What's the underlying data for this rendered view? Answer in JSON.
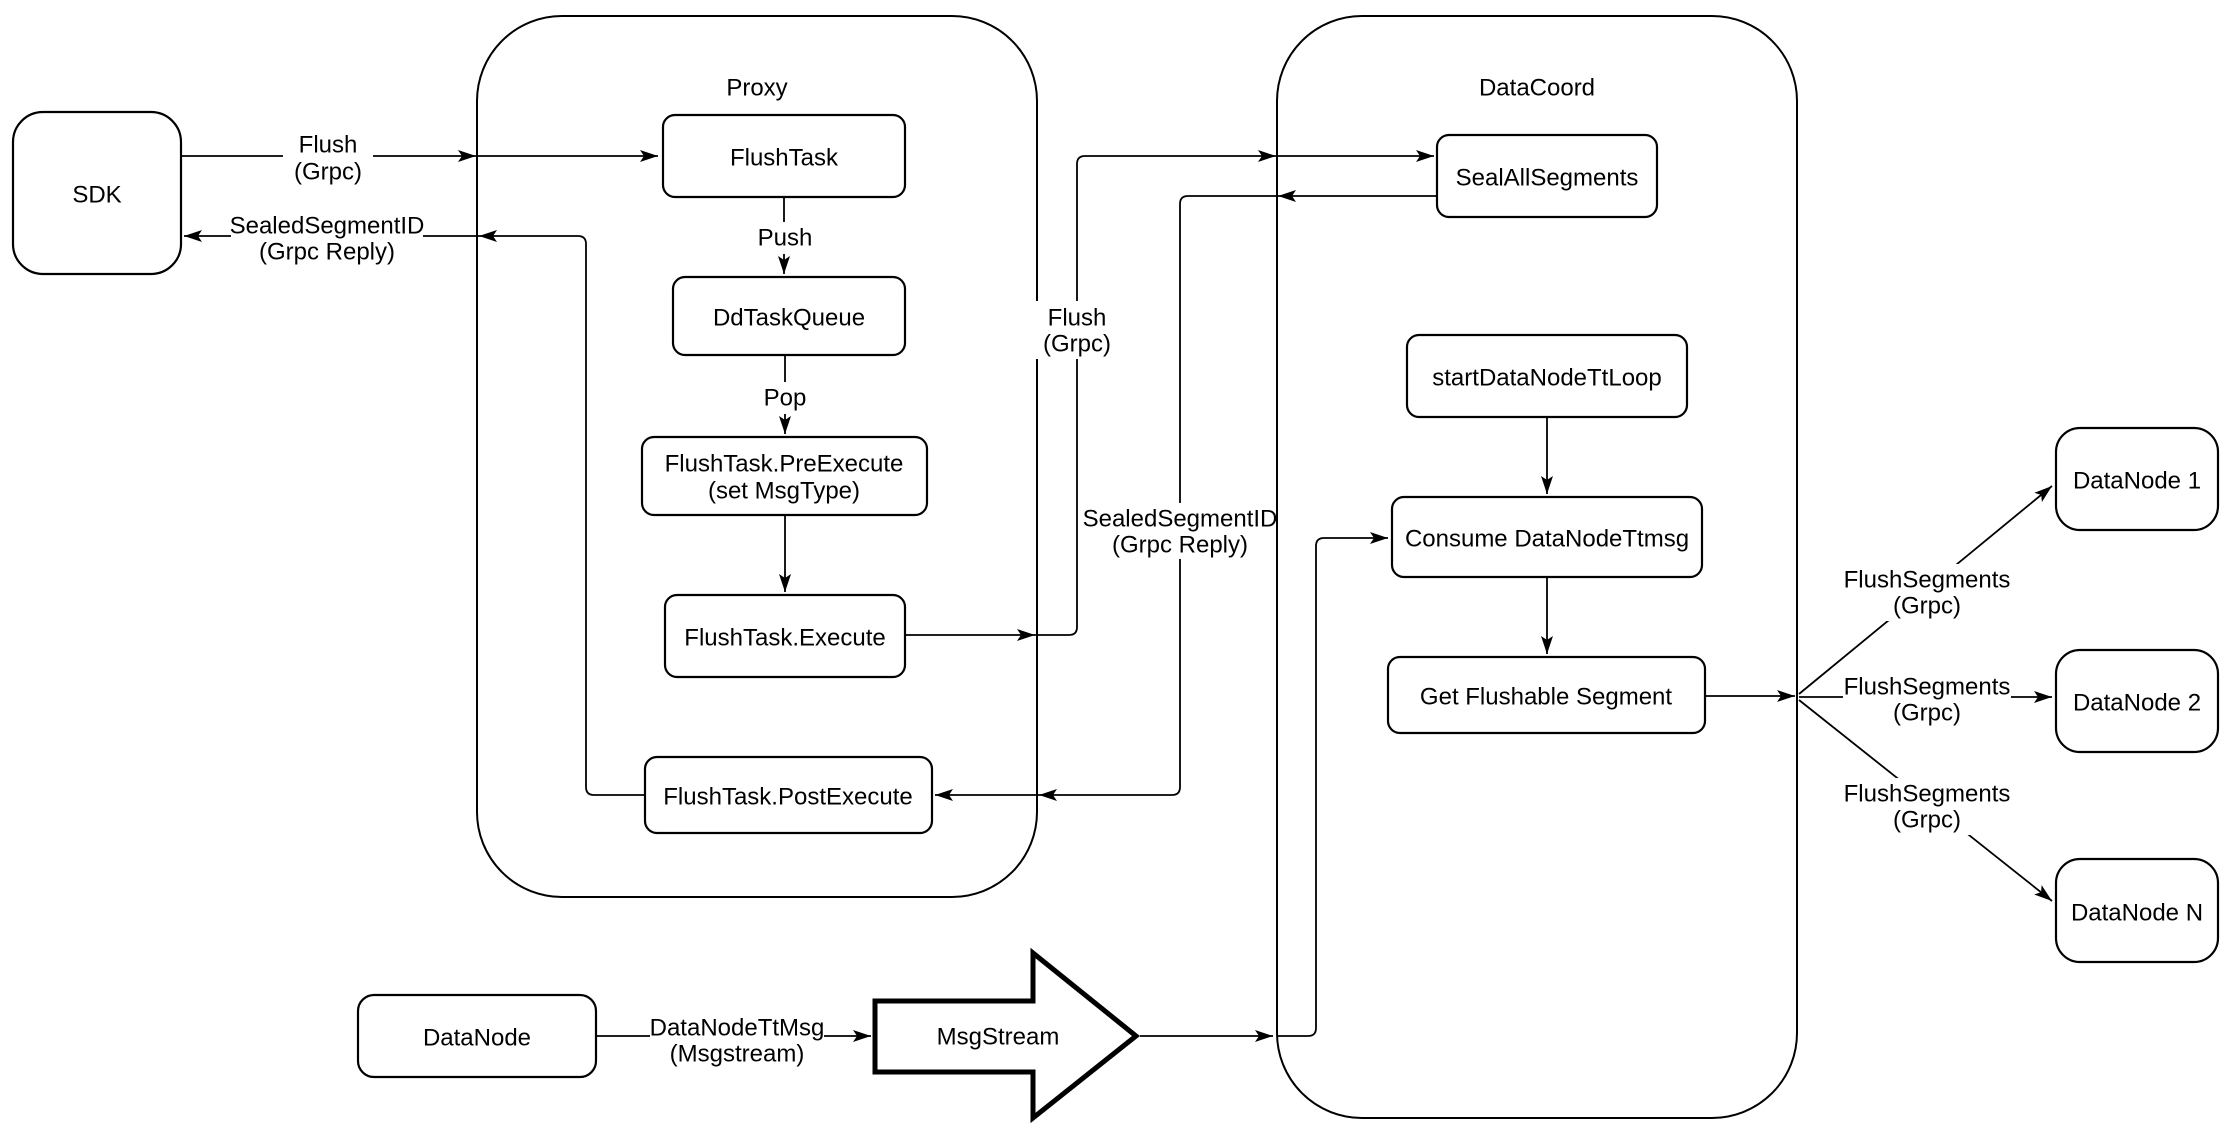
{
  "colors": {
    "line": "#000000",
    "background": "#ffffff",
    "text": "#000000"
  },
  "containers": {
    "proxy": {
      "title": "Proxy"
    },
    "datacoord": {
      "title": "DataCoord"
    }
  },
  "nodes": {
    "sdk": {
      "label": "SDK"
    },
    "flush_task": {
      "label": "FlushTask"
    },
    "dd_task_queue": {
      "label": "DdTaskQueue"
    },
    "pre_execute": {
      "line1": "FlushTask.PreExecute",
      "line2": "(set MsgType)"
    },
    "execute": {
      "label": "FlushTask.Execute"
    },
    "post_execute": {
      "label": "FlushTask.PostExecute"
    },
    "seal_all_segments": {
      "label": "SealAllSegments"
    },
    "start_datanode_tt_loop": {
      "label": "startDataNodeTtLoop"
    },
    "consume_datanode_ttmsg": {
      "label": "Consume DataNodeTtmsg"
    },
    "get_flushable_segment": {
      "label": "Get Flushable Segment"
    },
    "datanode_source": {
      "label": "DataNode"
    },
    "msgstream": {
      "label": "MsgStream"
    },
    "datanode_1": {
      "label": "DataNode 1"
    },
    "datanode_2": {
      "label": "DataNode 2"
    },
    "datanode_n": {
      "label": "DataNode N"
    }
  },
  "edge_labels": {
    "flush_grpc_sdk": {
      "line1": "Flush",
      "line2": "(Grpc)"
    },
    "sealed_reply_sdk": {
      "line1": "SealedSegmentID",
      "line2": "(Grpc Reply)"
    },
    "push": {
      "label": "Push"
    },
    "pop": {
      "label": "Pop"
    },
    "flush_grpc_mid": {
      "line1": "Flush",
      "line2": "(Grpc)"
    },
    "sealed_reply_mid": {
      "line1": "SealedSegmentID",
      "line2": "(Grpc Reply)"
    },
    "flush_segments_1": {
      "line1": "FlushSegments",
      "line2": "(Grpc)"
    },
    "flush_segments_2": {
      "line1": "FlushSegments",
      "line2": "(Grpc)"
    },
    "flush_segments_3": {
      "line1": "FlushSegments",
      "line2": "(Grpc)"
    },
    "datanode_ttmsg": {
      "line1": "DataNodeTtMsg",
      "line2": "(Msgstream)"
    }
  }
}
